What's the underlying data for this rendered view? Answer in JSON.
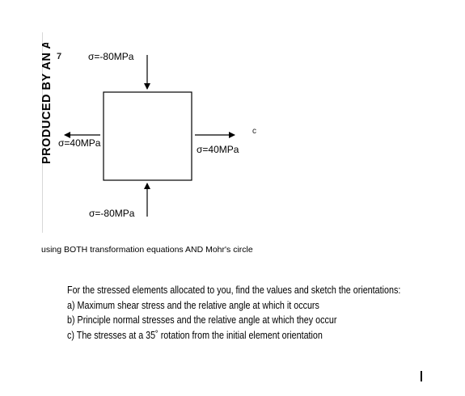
{
  "watermark": {
    "text": "PRODUCED BY AN A"
  },
  "corner_number": "7",
  "corner_letter": "c",
  "stresses": {
    "top": "σ=-80MPa",
    "bottom": "σ=-80MPa",
    "left": "σ=40MPa",
    "right": "σ=40MPa"
  },
  "instruction": "using BOTH transformation equations AND Mohr's circle",
  "tasks": {
    "intro": "For the stressed elements allocated to you, find the values and sketch the orientations:",
    "a": "a) Maximum shear stress and the relative angle at which it occurs",
    "b": "b) Principle normal stresses and the relative angle at which they occur",
    "c": "c) The stresses at a 35˚ rotation from the initial element orientation"
  }
}
